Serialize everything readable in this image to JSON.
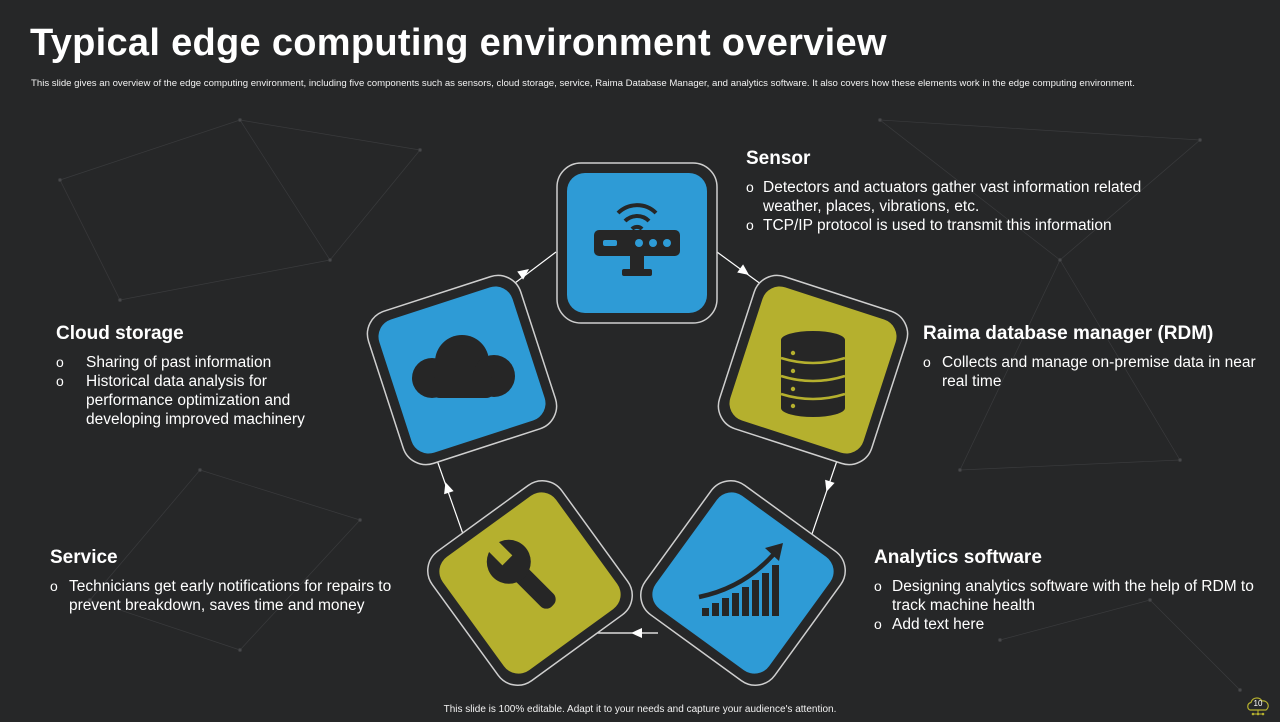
{
  "title": "Typical edge computing environment overview",
  "subtitle": "This slide gives an overview of the edge computing environment, including five components such as sensors, cloud storage, service, Raima Database Manager, and analytics software. It also covers how these elements work in the edge computing environment.",
  "colors": {
    "blue": "#2E9BD6",
    "olive": "#B5B02E",
    "background": "#262728",
    "icon": "#262626"
  },
  "components": {
    "sensor": {
      "title": "Sensor",
      "bullets": [
        "Detectors and actuators gather vast information related weather, places, vibrations, etc.",
        "TCP/IP protocol is used to transmit this information"
      ],
      "icon": "router-icon",
      "color": "blue"
    },
    "rdm": {
      "title": "Raima database manager (RDM)",
      "bullets": [
        "Collects and manage on-premise data in near real time"
      ],
      "icon": "database-icon",
      "color": "olive"
    },
    "analytics": {
      "title": "Analytics software",
      "bullets": [
        "Designing analytics software with the help of RDM to track machine health",
        "Add text here"
      ],
      "icon": "growth-chart-icon",
      "color": "blue"
    },
    "service": {
      "title": "Service",
      "bullets": [
        "Technicians get early notifications for repairs to prevent breakdown, saves time and money"
      ],
      "icon": "wrench-icon",
      "color": "olive"
    },
    "cloud": {
      "title": "Cloud storage",
      "bullets": [
        "Sharing of past information",
        "Historical data analysis for performance optimization and developing improved machinery"
      ],
      "icon": "cloud-icon",
      "color": "blue"
    }
  },
  "bullet_symbol": "o",
  "footer": "This slide is 100% editable. Adapt it to your needs and capture your audience's attention.",
  "page_number": "10"
}
